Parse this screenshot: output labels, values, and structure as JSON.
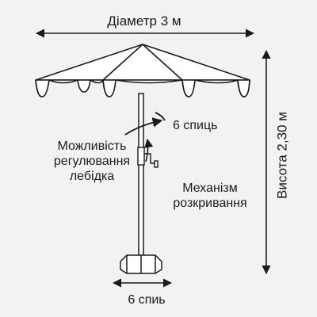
{
  "labels": {
    "diameter": "Діаметр 3 м",
    "ribs_top": "6 спиць",
    "winch_line1": "Можливість",
    "winch_line2": "регулювання",
    "winch_line3": "лебідка",
    "mechanism_line1": "Механізм",
    "mechanism_line2": "розкривання",
    "height": "Висота 2,30 м",
    "base_ribs": "6 спиь"
  },
  "colors": {
    "background": "#f2f2f2",
    "line": "#1a1a1a",
    "fill": "#ffffff"
  }
}
